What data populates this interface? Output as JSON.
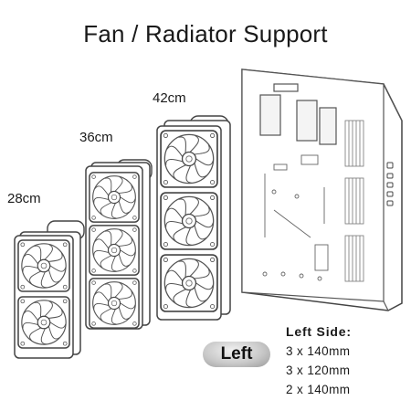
{
  "title": "Fan /  Radiator Support",
  "radiators": [
    {
      "label": "28cm",
      "fans": 2
    },
    {
      "label": "36cm",
      "fans": 3
    },
    {
      "label": "42cm",
      "fans": 3
    }
  ],
  "badge": "Left",
  "specs": {
    "heading": "Left Side:",
    "lines": [
      "3 x 140mm",
      "3 x 120mm",
      "2 x 140mm"
    ]
  },
  "icons": {
    "fan": "fan-icon",
    "case_panel": "case-panel-drawing"
  }
}
